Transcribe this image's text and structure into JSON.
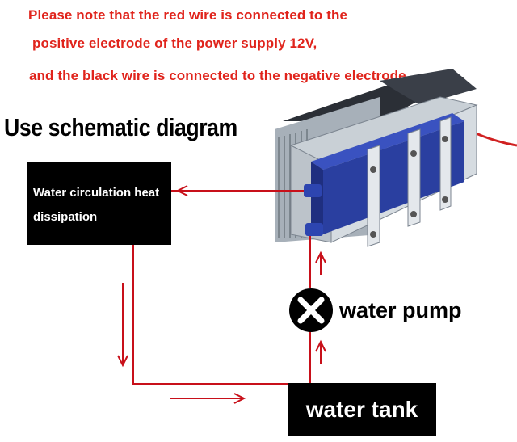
{
  "notes": {
    "line1": "Please note that the red wire is connected to the",
    "line2": "positive electrode of the power supply 12V,",
    "line3": "and the black wire is connected to the negative electrode."
  },
  "title": "Use schematic diagram",
  "heat_box": {
    "line1": "Water circulation heat",
    "line2": "dissipation"
  },
  "pump": {
    "label": "water pump",
    "icon": "pump-x-icon"
  },
  "tank": {
    "label": "water tank"
  },
  "colors": {
    "note_text": "#e0241c",
    "pipe": "#c8101a",
    "box": "#000000",
    "cooler_blue": "#2a3fa0",
    "heatsink": "#9aa4ae"
  }
}
